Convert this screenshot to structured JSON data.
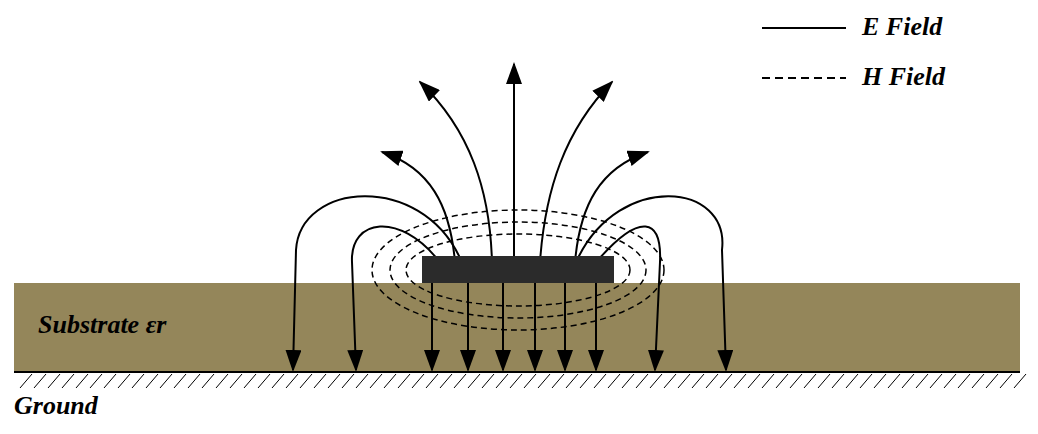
{
  "diagram": {
    "nodes": [
      {
        "text": [
          "Substrate εr"
        ]
      }
    ],
    "labels": [
      "Ground"
    ],
    "legend": [
      {
        "text": "E Field"
      },
      {
        "text": "H Field"
      }
    ]
  }
}
